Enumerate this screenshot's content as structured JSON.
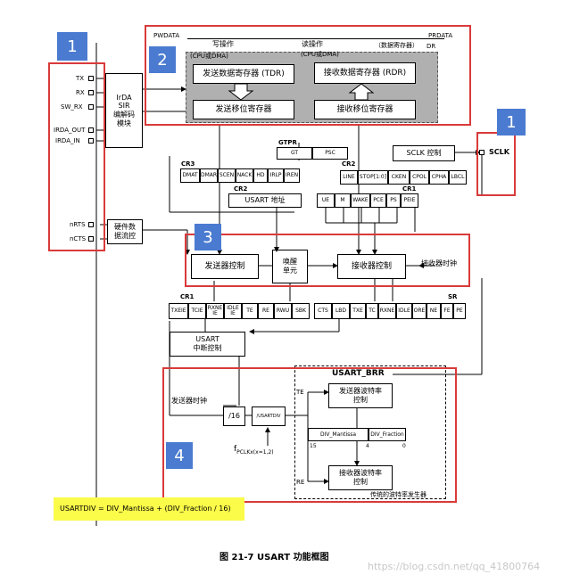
{
  "signals": {
    "pwdata": "PWDATA",
    "prdata": "PRDATA",
    "dr": "DR",
    "write_op": "写操作",
    "read_op": "读操作",
    "data_reg": "（数据寄存器）",
    "cpu_dma_w": "(CPU或DMA)",
    "cpu_dma_r": "(CPU或DMA)",
    "sclk": "SCLK",
    "tx_clock": "发送器时钟",
    "rx_clock": "接收器时钟",
    "fpclk": "f",
    "fpclk_sub": "PCLKx(x=1,2)"
  },
  "registers": {
    "tdr": "发送数据寄存器 (TDR)",
    "rdr": "接收数据寄存器 (RDR)",
    "tx_shift": "发送移位寄存器",
    "rx_shift": "接收移位寄存器"
  },
  "pins": {
    "tx": "TX",
    "rx": "RX",
    "sw_rx": "SW_RX",
    "irda_out": "IRDA_OUT",
    "irda_in": "IRDA_IN",
    "nrts": "nRTS",
    "ncts": "nCTS"
  },
  "blocks": {
    "irda": "IrDA\nSIR\n编解码\n模块",
    "hw_flow": "硬件数\n据流控",
    "sclk_ctrl": "SCLK 控制",
    "usart_addr": "USART 地址",
    "tx_ctrl": "发送器控制",
    "wakeup": "唤醒\n单元",
    "rx_ctrl": "接收器控制",
    "irq": "USART\n中断控制",
    "div16": "/16",
    "div_usartdiv": "/USARTDIV",
    "tx_baud": "发送器波特率\n控制",
    "rx_baud": "接收器波特率\n控制",
    "brr_title": "USART_BRR",
    "baud_gen_label": "传统的波特率发生器"
  },
  "reg_labels": {
    "gtpr": "GTPR",
    "cr3": "CR3",
    "cr2_a": "CR2",
    "cr2_b": "CR2",
    "cr1_a": "CR1",
    "cr1_b": "CR1",
    "sr": "SR"
  },
  "gtpr_fields": [
    "GT",
    "PSC"
  ],
  "cr3_fields": [
    "DMAT",
    "DMAR",
    "SCEN",
    "NACK",
    "HD",
    "IRLP",
    "IREN"
  ],
  "cr2_clk_fields": [
    "LINE",
    "STOP[1:0]",
    "CKEN",
    "CPOL",
    "CPHA",
    "LBCL"
  ],
  "cr1_top_fields": [
    "UE",
    "M",
    "WAKE",
    "PCE",
    "PS",
    "PEIE"
  ],
  "cr1_bot_fields": [
    "TXEIE",
    "TCIE",
    "RXNE IE",
    "IDLE IE",
    "TE",
    "RE",
    "RWU",
    "SBK"
  ],
  "sr_fields": [
    "CTS",
    "LBD",
    "TXE",
    "TC",
    "RXNE",
    "IDLE",
    "ORE",
    "NE",
    "FE",
    "PE"
  ],
  "brr": {
    "mantissa": "DIV_Mantissa",
    "fraction": "DIV_Fraction",
    "b15": "15",
    "b4": "4",
    "b0": "0",
    "te": "TE",
    "re": "RE"
  },
  "badges": {
    "b1": "1",
    "b1b": "1",
    "b2": "2",
    "b3": "3",
    "b4": "4"
  },
  "formula": "USARTDIV = DIV_Mantissa + (DIV_Fraction / 16)",
  "caption": "图 21-7 USART 功能框图",
  "watermark": "https://blog.csdn.net/qq_41800764",
  "colors": {
    "highlight_red": "#d93a3a",
    "badge_blue": "#4a7bd0",
    "gray_area": "#b0b0b0",
    "formula_bg": "#fbfb4a"
  }
}
